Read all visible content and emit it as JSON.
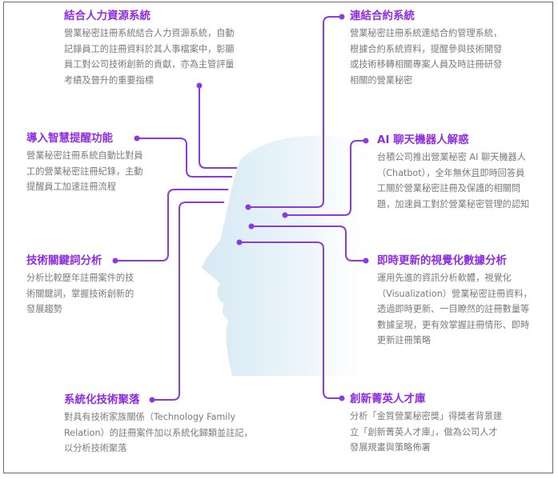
{
  "features": {
    "hr": {
      "title": "結合人力資源系統",
      "lines": [
        "營業秘密註冊系統結合人力資源系統，自動",
        "記錄員工的註冊資料於其人事檔案中，彰顯",
        "員工對公司技術創新的貢獻，亦為主管評量",
        "考績及晉升的重要指標"
      ]
    },
    "reminder": {
      "title": "導入智慧提醒功能",
      "lines": [
        "營業秘密註冊系統自動比對員",
        "工的營業秘密註冊紀錄，主動",
        "提醒員工加速註冊流程"
      ]
    },
    "keyword": {
      "title": "技術關鍵詞分析",
      "lines": [
        "分析比較歷年註冊案件的技",
        "術關鍵詞，掌握技術創新的",
        "發展趨勢"
      ]
    },
    "cluster": {
      "title": "系統化技術聚落",
      "lines": [
        "對具有技術家族關係（Technology Family",
        "Relation）的註冊案件加以系統化歸類並註記，",
        "以分析技術聚落"
      ]
    },
    "contract": {
      "title": "連結合約系統",
      "lines": [
        "營業秘密註冊系統連結合約管理系統，",
        "根據合約系統資料，提醒參與技術開發",
        "或技術移轉相關專案人員及時註冊研發",
        "相關的營業秘密"
      ]
    },
    "chatbot": {
      "title": "AI 聊天機器人解惑",
      "lines": [
        "台積公司推出營業秘密 AI 聊天機器人",
        "（Chatbot），全年無休且即時回答員",
        "工關於營業秘密註冊及保護的相關問",
        "題，加速員工對於營業秘密管理的認知"
      ]
    },
    "visual": {
      "title": "即時更新的視覺化數據分析",
      "lines": [
        "運用先進的資訊分析軟體，視覺化",
        "（Visualization）營業秘密註冊資料，",
        "透過即時更新、一目瞭然的註冊數量等",
        "數據呈現，更有效掌握註冊情形、即時",
        "更新註冊策略"
      ]
    },
    "talent": {
      "title": "創新菁英人才庫",
      "lines": [
        "分析「金質營業秘密獎」得獎者背景建",
        "立「創新菁英人才庫」，做為公司人才",
        "發展規畫與策略佈署"
      ]
    }
  },
  "colors": {
    "accent": "#8e2de2",
    "line": "#8b3ae0",
    "text": "#7a7a7a",
    "head": "#dcecf6"
  }
}
